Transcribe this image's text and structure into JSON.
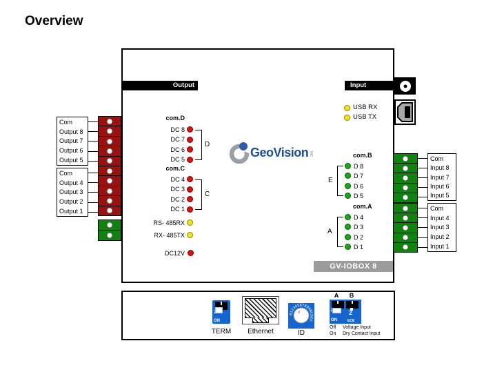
{
  "title": "Overview",
  "main": {
    "output_header": "Output",
    "input_header": "Input",
    "model": "GV-IOBOX 8",
    "logo_text": "GeoVision",
    "logo_suffix": "INC",
    "usb_rx": "USB RX",
    "usb_tx": "USB TX",
    "serial_rx": "RS- 485RX",
    "serial_tx": "RX- 485TX",
    "power_led": "DC12V",
    "output_labels_1": [
      "Com",
      "Output 8",
      "Output 7",
      "Output 6",
      "Output 5"
    ],
    "output_labels_2": [
      "Com",
      "Output 4",
      "Output 3",
      "Output 2",
      "Output 1"
    ],
    "input_labels_1": [
      "Com",
      "Input 8",
      "Input 7",
      "Input 6",
      "Input 5"
    ],
    "input_labels_2": [
      "Com",
      "Input 4",
      "Input 3",
      "Input 2",
      "Input 1"
    ],
    "com_d": {
      "header": "com.D",
      "bracket": "D",
      "rows": [
        "DC 8",
        "DC 7",
        "DC 6",
        "DC 5"
      ]
    },
    "com_c": {
      "header": "com.C",
      "bracket": "C",
      "rows": [
        "DC 4",
        "DC 3",
        "DC 2",
        "DC 1"
      ]
    },
    "com_b": {
      "header": "com.B",
      "bracket": "E",
      "rows": [
        "D 8",
        "D 7",
        "D 6",
        "D 5"
      ]
    },
    "com_a": {
      "header": "com.A",
      "bracket": "A",
      "rows": [
        "D 4",
        "D 3",
        "D 2",
        "D 1"
      ]
    }
  },
  "bottom": {
    "term_label": "TERM",
    "term_on": "ON",
    "ethernet_label": "Ethernet",
    "id_label": "ID",
    "id_dial_chars": "0123456789ABCDEF",
    "dip_a": "A",
    "dip_b": "B",
    "dip_on": "ON",
    "dip_digit": "2",
    "dip_brand": "ECE",
    "legend": [
      {
        "state": "Off",
        "desc": "Voltage Input"
      },
      {
        "state": "On",
        "desc": "Dry Contact Input"
      }
    ]
  },
  "colors": {
    "terminal_red": "#9e1010",
    "terminal_green": "#0d850d",
    "led_red": "#dd1111",
    "led_yellow": "#f2e418",
    "led_green": "#19a619",
    "component_blue": "#1565d0",
    "logo_blue": "#1d4f94",
    "model_bar_gray": "#9b9b9b"
  }
}
